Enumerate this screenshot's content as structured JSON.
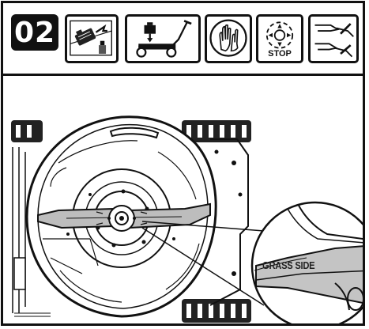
{
  "header": {
    "step_number": "02",
    "icons": [
      {
        "name": "battery-removal-icon"
      },
      {
        "name": "mower-icon"
      },
      {
        "name": "gloves-icon"
      },
      {
        "name": "blade-stop-icon",
        "label": "STOP"
      },
      {
        "name": "hands-caution-icon"
      }
    ]
  },
  "illustration": {
    "callout_text": "GRASS SIDE"
  },
  "colors": {
    "ink": "#111111",
    "blade_fill": "#bdbdbd",
    "deck_fill": "#ffffff"
  }
}
